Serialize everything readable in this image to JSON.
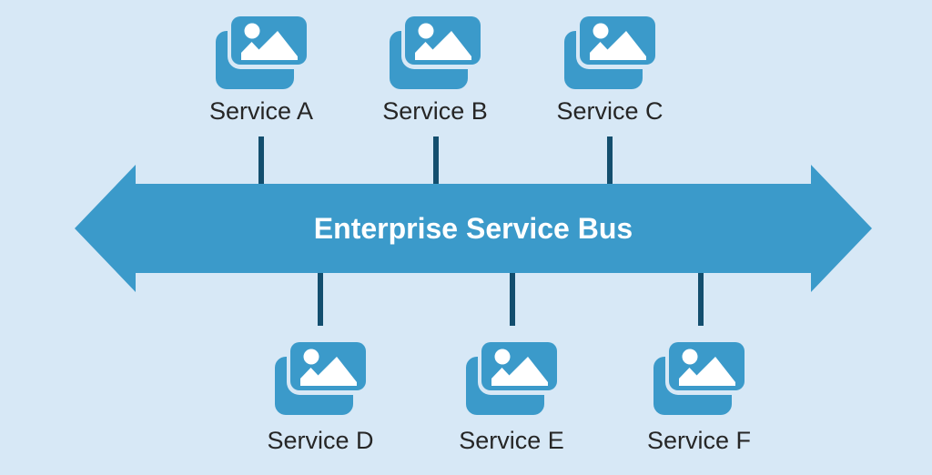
{
  "bus": {
    "label": "Enterprise Service Bus"
  },
  "services": {
    "top": [
      {
        "label": "Service A"
      },
      {
        "label": "Service B"
      },
      {
        "label": "Service C"
      }
    ],
    "bottom": [
      {
        "label": "Service D"
      },
      {
        "label": "Service E"
      },
      {
        "label": "Service F"
      }
    ]
  },
  "icons": {
    "service": "stacked-images-icon"
  },
  "colors": {
    "background": "#d7e8f6",
    "accent_blue": "#3b9aca",
    "connector_navy": "#134e6e",
    "label_text": "#262626",
    "bus_text": "#ffffff",
    "icon_detail": "#ffffff"
  }
}
